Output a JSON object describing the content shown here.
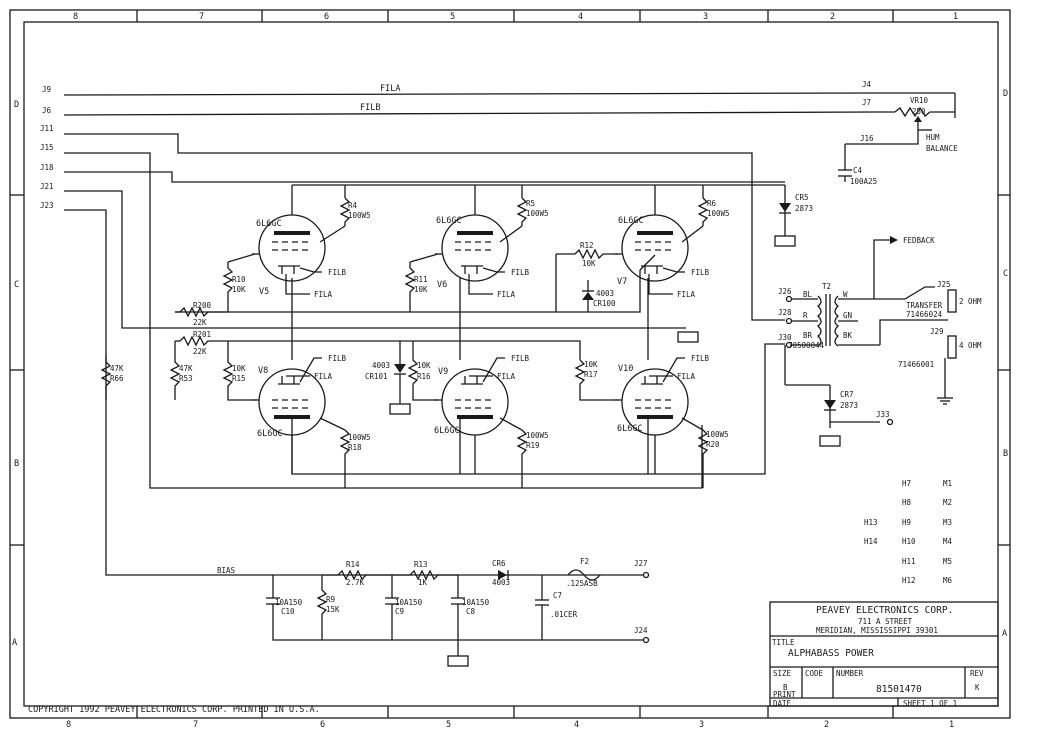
{
  "border": {
    "top_cols": [
      "8",
      "7",
      "6",
      "5",
      "4",
      "3",
      "2",
      "1"
    ],
    "bottom_cols": [
      "8",
      "7",
      "6",
      "5",
      "4",
      "3",
      "2",
      "1"
    ],
    "right_rows": [
      "D",
      "C",
      "B",
      "A"
    ],
    "left_rows": [
      "D",
      "C",
      "B",
      "A"
    ]
  },
  "connectors": {
    "j9": "J9",
    "j6": "J6",
    "j11": "J11",
    "j15": "J15",
    "j18": "J18",
    "j21": "J21",
    "j23": "J23",
    "j4": "J4",
    "j7": "J7",
    "j16": "J16",
    "j26": "J26",
    "j28": "J28",
    "j30": "J30",
    "j25": "J25",
    "j29": "J29",
    "j33": "J33",
    "j27": "J27",
    "j24": "J24"
  },
  "nets": {
    "fila_top": "FILA",
    "filb_top": "FILB",
    "hum_balance": "HUM\nBALANCE",
    "fedback": "FEDBACK",
    "bias": "BIAS",
    "fila": "FILA",
    "filb": "FILB"
  },
  "tubes": {
    "v5": "V5",
    "v6": "V6",
    "v7": "V7",
    "v8": "V8",
    "v9": "V9",
    "v10": "V10",
    "type": "6L6GC"
  },
  "components": {
    "vr10": "VR10",
    "vr10_val": "250",
    "c4": "C4",
    "c4_val": "100A25",
    "cr5": "CR5",
    "cr5_val": "2873",
    "r4": "R4",
    "r4_val": "100W5",
    "r5": "R5",
    "r5_val": "100W5",
    "r6": "R6",
    "r6_val": "100W5",
    "r10": "R10",
    "r10_val": "10K",
    "r11": "R11",
    "r11_val": "10K",
    "r12": "R12",
    "r12_val": "10K",
    "cr100": "CR100",
    "cr100_val": "4003",
    "r200": "R200",
    "r200_val": "22K",
    "r201": "R201",
    "r201_val": "22K",
    "r66": "R66",
    "r66_val": "47K",
    "r53": "R53",
    "r53_val": "47K",
    "r15": "R15",
    "r15_val": "10K",
    "cr101": "CR101",
    "cr101_val": "4003",
    "r16": "R16",
    "r16_val": "10K",
    "r17": "R17",
    "r17_val": "10K",
    "r18": "R18",
    "r18_val": "100W5",
    "r19": "R19",
    "r19_val": "100W5",
    "r20": "R20",
    "r20_val": "100W5",
    "t2": "T2",
    "t2_part": "70500044",
    "cr7": "CR7",
    "cr7_val": "2873",
    "transfer": "TRANSFER",
    "transfer_part": "71466024",
    "j29_part": "71466001",
    "two_ohm": "2 OHM",
    "four_ohm": "4 OHM",
    "t2_bl": "BL",
    "t2_r": "R",
    "t2_br": "BR",
    "t2_w": "W",
    "t2_gn": "GN",
    "t2_bk": "BK",
    "r14": "R14",
    "r14_val": "2.7K",
    "r13": "R13",
    "r13_val": "1K",
    "cr6": "CR6",
    "cr6_val": "4003",
    "f2": "F2",
    "f2_val": ".125ASB",
    "c10": "C10",
    "c10_val": "10A150",
    "r9": "R9",
    "r9_val": "15K",
    "c9": "C9",
    "c9_val": "10A150",
    "c8": "C8",
    "c8_val": "10A150",
    "c7": "C7",
    "c7_val": ".01CER"
  },
  "mounting": {
    "h7": "H7",
    "h8": "H8",
    "h9": "H9",
    "h10": "H10",
    "h11": "H11",
    "h12": "H12",
    "h13": "H13",
    "h14": "H14",
    "m1": "M1",
    "m2": "M2",
    "m3": "M3",
    "m4": "M4",
    "m5": "M5",
    "m6": "M6"
  },
  "title_block": {
    "company": "PEAVEY ELECTRONICS CORP.",
    "street": "711 A STREET",
    "city": "MERIDIAN, MISSISSIPPI   39301",
    "title_label": "TITLE",
    "title": "ALPHABASS POWER",
    "size_label": "SIZE",
    "size": "B",
    "print_label": "PRINT",
    "code_label": "CODE",
    "number_label": "NUMBER",
    "number": "81501470",
    "rev_label": "REV",
    "rev": "K",
    "date_label": "DATE",
    "sheet": "SHEET  1 OF  1"
  },
  "copyright": "COPYRIGHT 1992 PEAVEY ELECTRONICS CORP. PRINTED IN U.S.A."
}
